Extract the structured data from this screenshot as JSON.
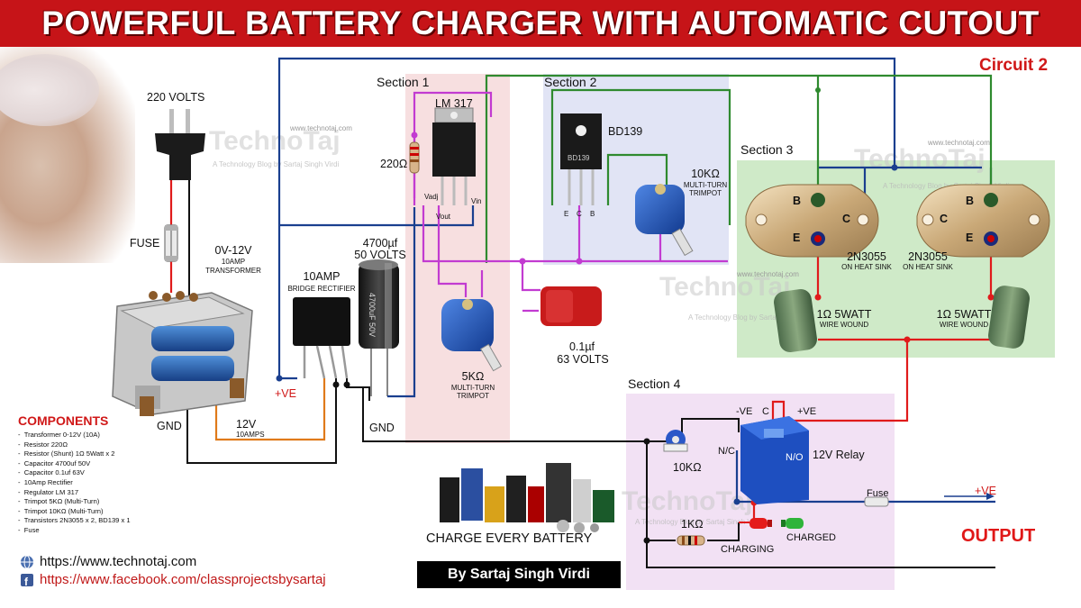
{
  "title": "POWERFUL BATTERY CHARGER WITH AUTOMATIC CUTOUT",
  "circuit_tag": "Circuit 2",
  "sections": {
    "s1": "Section 1",
    "s2": "Section 2",
    "s3": "Section 3",
    "s4": "Section 4"
  },
  "labels": {
    "v220": "220 VOLTS",
    "fuse_in": "FUSE",
    "tr_1": "0V-12V",
    "tr_2": "10AMP",
    "tr_3": "TRANSFORMER",
    "br_1": "10AMP",
    "br_2": "BRIDGE RECTIFIER",
    "cap_1": "4700µf",
    "cap_2": "50 VOLTS",
    "lm317": "LM 317",
    "r220": "220Ω",
    "vadj": "Vadj",
    "vout": "Vout",
    "vin": "Vin",
    "bd139": "BD139",
    "ecb_e": "E",
    "ecb_c": "C",
    "ecb_b": "B",
    "tr10k_1": "10KΩ",
    "tr10k_2": "MULTI-TURN",
    "tr10k_3": "TRIMPOT",
    "tr5k_1": "5KΩ",
    "tr5k_2": "MULTI-TURN",
    "tr5k_3": "TRIMPOT",
    "c01_1": "0.1µf",
    "c01_2": "63 VOLTS",
    "q1": "2N3055",
    "q1_sub": "ON HEAT SINK",
    "q2": "2N3055",
    "q2_sub": "ON HEAT SINK",
    "rs1": "1Ω 5WATT",
    "rs1_sub": "WIRE WOUND",
    "rs2": "1Ω 5WATT",
    "rs2_sub": "WIRE WOUND",
    "pin_b": "B",
    "pin_e": "E",
    "pin_c": "C",
    "pve": "+VE",
    "gnd1": "GND",
    "gnd2": "GND",
    "v12": "12V",
    "a10": "10AMPS",
    "r_neg": "-VE",
    "r_c": "C",
    "r_pos": "+VE",
    "nc": "N/C",
    "no": "N/O",
    "relay": "12V Relay",
    "pot10k": "10KΩ",
    "r1k": "1KΩ",
    "charging": "CHARGING",
    "charged": "CHARGED",
    "fuse_out": "Fuse",
    "out_pve": "+VE",
    "output": "OUTPUT",
    "charge_every": "CHARGE EVERY BATTERY",
    "author": "By Sartaj Singh Virdi"
  },
  "watermark": {
    "brand": "TechnoTaj",
    "tagline": "A Technology Blog by Sartaj Singh Virdi",
    "url": "www.technotaj.com"
  },
  "components": {
    "title": "COMPONENTS",
    "items": [
      "Transformer 0-12V (10A)",
      "Resistor 220Ω",
      "Resistor (Shunt)  1Ω 5Watt x 2",
      "Capacitor 4700uf  50V",
      "Capacitor 0.1uf  63V",
      "10Amp Rectifier",
      "Regulator LM 317",
      "Trimpot  5KΩ (Multi-Turn)",
      "Trimpot  10KΩ (Multi-Turn)",
      "Transistors 2N3055 x 2,  BD139 x 1",
      "Fuse"
    ]
  },
  "links": {
    "web": "https://www.technotaj.com",
    "facebook": "https://www.facebook.com/classprojectsbysartaj"
  },
  "colors": {
    "banner": "#c61418",
    "wire_blue": "#1a3f8f",
    "wire_magenta": "#c23bd1",
    "wire_red": "#e01b1b",
    "wire_green": "#2f8a2f",
    "wire_black": "#111111",
    "wire_orange": "#e07a1a",
    "section1_bg": "#f6dede",
    "section2_bg": "#e0e4f6",
    "section3_bg": "#cdebc6",
    "section4_bg": "#f1e0f3"
  },
  "icons": [
    "plug-icon",
    "transformer-icon",
    "bridge-rectifier-icon",
    "capacitor-icon",
    "regulator-icon",
    "transistor-icon",
    "trimpot-icon",
    "resistor-icon",
    "relay-icon",
    "led-icon",
    "fuse-icon",
    "globe-icon",
    "facebook-icon"
  ]
}
